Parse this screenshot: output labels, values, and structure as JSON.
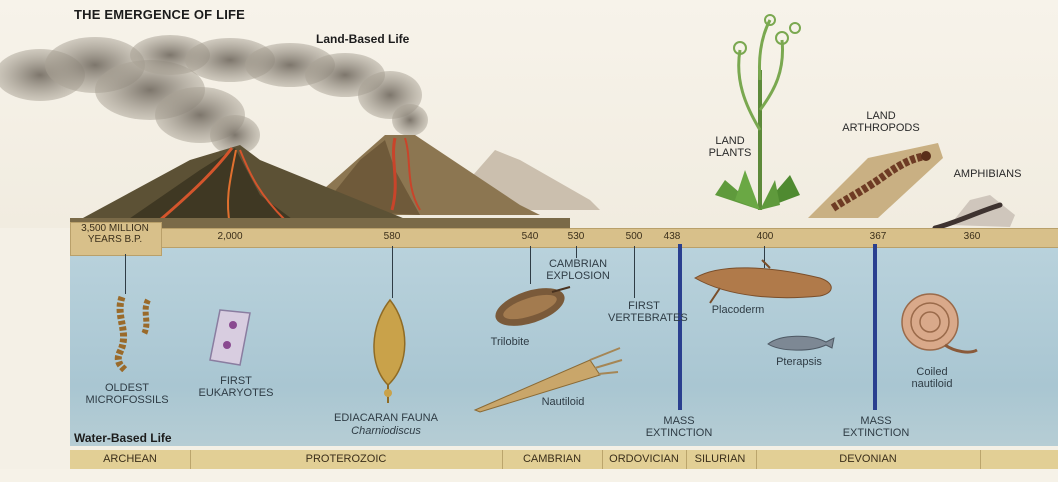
{
  "title": "THE EMERGENCE OF LIFE",
  "land_heading": "Land-Based Life",
  "water_heading": "Water-Based Life",
  "timeline": {
    "start": "3,500 MILLION YEARS B.P.",
    "ticks": [
      "2,000",
      "580",
      "540",
      "530",
      "500",
      "438",
      "400",
      "367",
      "360"
    ]
  },
  "land_labels": {
    "land_plants": "LAND PLANTS",
    "land_arthropods": "LAND ARTHROPODS",
    "amphibians": "AMPHIBIANS"
  },
  "water_labels": {
    "oldest_microfossils": "OLDEST MICROFOSSILS",
    "first_eukaryotes": "FIRST EUKARYOTES",
    "ediacaran_fauna": "EDIACARAN FAUNA",
    "charniodiscus": "Charniodiscus",
    "trilobite": "Trilobite",
    "cambrian_explosion": "CAMBRIAN EXPLOSION",
    "first_vertebrates": "FIRST VERTEBRATES",
    "nautiloid": "Nautiloid",
    "placoderm": "Placoderm",
    "pterapsis": "Pterapsis",
    "coiled_nautiloid": "Coiled nautiloid",
    "mass_extinction_1": "MASS EXTINCTION",
    "mass_extinction_2": "MASS EXTINCTION"
  },
  "eras": [
    "ARCHEAN",
    "PROTEROZOIC",
    "CAMBRIAN",
    "ORDOVICIAN",
    "SILURIAN",
    "DEVONIAN"
  ],
  "colors": {
    "sea": "#b0cbd6",
    "timebar": "#d8c08a",
    "erabar": "#e2cf95",
    "mass_extinction_line": "#2a3f8f"
  }
}
